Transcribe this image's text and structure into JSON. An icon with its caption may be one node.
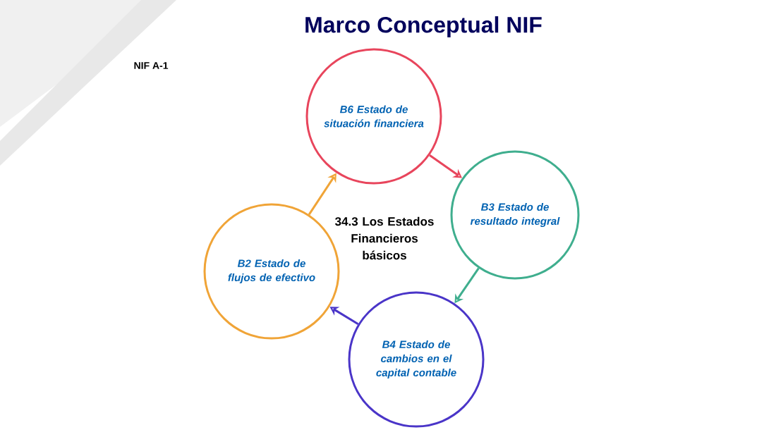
{
  "diagram": {
    "title": "Marco Conceptual NIF",
    "nodes": [
      {
        "text": [
          "B6 Estado de situación financiera"
        ]
      },
      {
        "text": [
          "B3 Estado de resultado integral"
        ]
      },
      {
        "text": [
          "B4 Estado de cambios en el capital contable"
        ]
      },
      {
        "text": [
          "B2 Estado de flujos de efectivo"
        ]
      },
      {
        "text": [
          "34.3 Los Estados Financieros básicos"
        ]
      }
    ],
    "edges": [
      {
        "from": 0,
        "to": 1,
        "arrow": "to",
        "color": "#e8455c"
      },
      {
        "from": 1,
        "to": 2,
        "arrow": "to",
        "color": "#3fae8e"
      },
      {
        "from": 2,
        "to": 3,
        "arrow": "to",
        "color": "#4a35c8"
      },
      {
        "from": 3,
        "to": 0,
        "arrow": "to",
        "color": "#f0a437"
      }
    ],
    "labels": [
      "NIF A-1"
    ]
  }
}
